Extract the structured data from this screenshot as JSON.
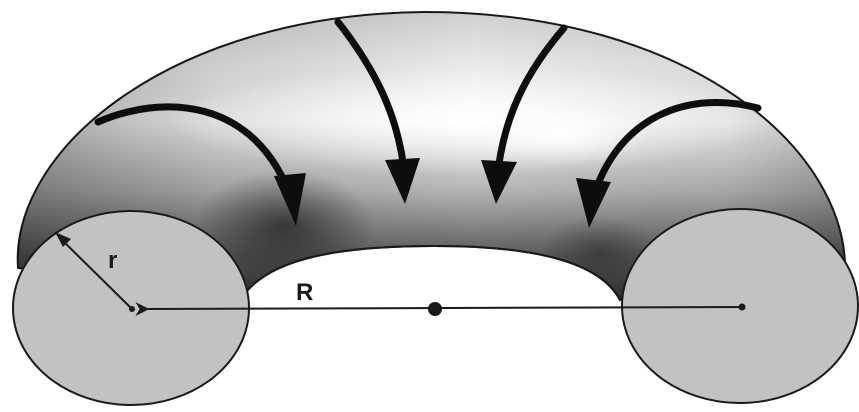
{
  "labels": {
    "minor_radius": "r",
    "major_radius": "R"
  },
  "colors": {
    "surface_light": "#f4f4f4",
    "surface_mid": "#a9a9a9",
    "surface_dark": "#3c3c3c",
    "cross_section": "#c2c2c2",
    "outline": "#1a1a1a",
    "arrow": "#0d0d0d"
  },
  "arrow_count": 4
}
